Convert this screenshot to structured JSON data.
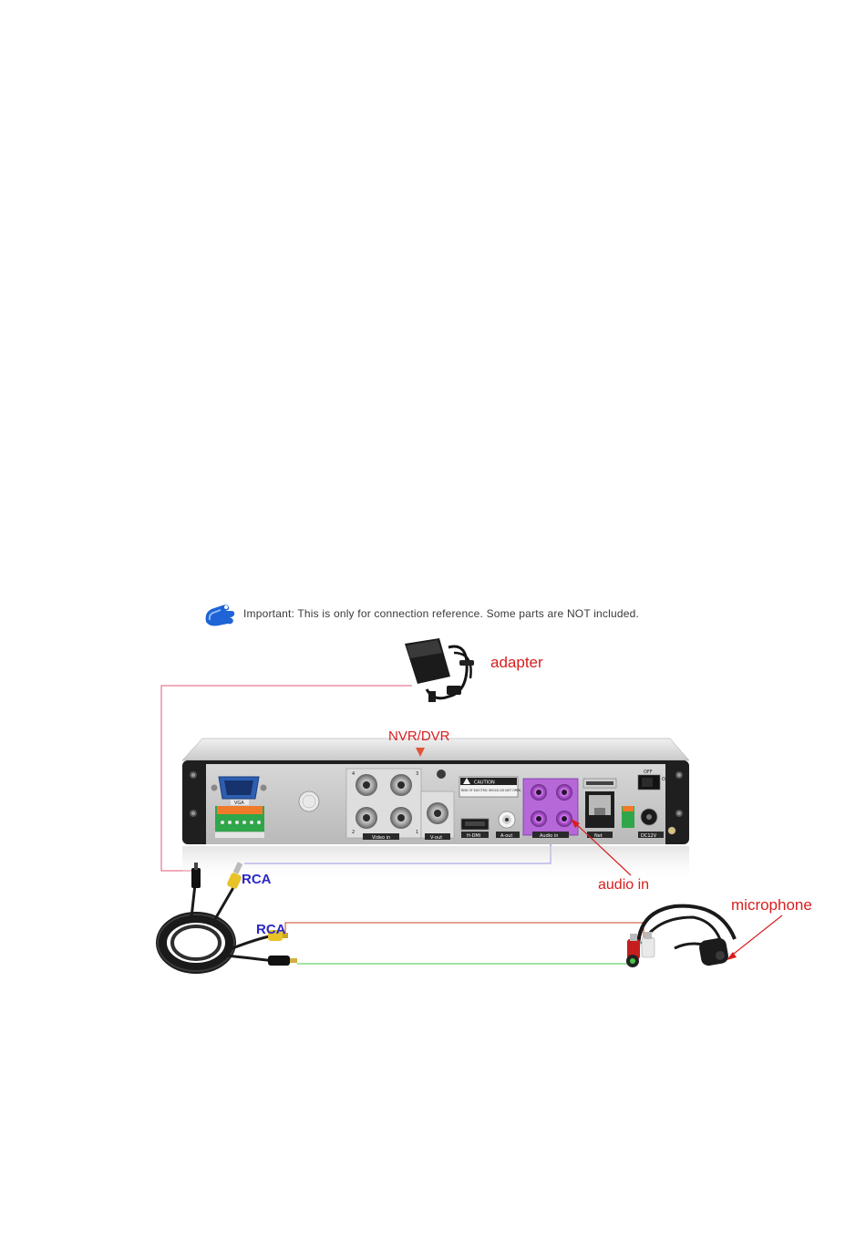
{
  "note": {
    "text": "Important: This is only for connection reference. Some parts are NOT included.",
    "icon": "pointing-hand-icon"
  },
  "labels": {
    "adapter": "adapter",
    "nvr_dvr": "NVR/DVR",
    "audio_in": "audio in",
    "microphone": "microphone",
    "rca_top": "RCA",
    "rca_bottom": "RCA"
  },
  "panel": {
    "vga": "VGA",
    "video_in": "Video in",
    "v_out": "V-out",
    "hdmi": "H-DMI",
    "a_out": "A-out",
    "audio_in_port": "Audio in",
    "net": "Net",
    "dc12v": "DC12V",
    "caution": "CAUTION",
    "caution_sub": "RISK OF ELECTRIC SHOCK DO NOT OPEN",
    "on": "ON",
    "off": "OFF",
    "ports": [
      "4",
      "3",
      "2",
      "1"
    ]
  },
  "colors": {
    "label_red": "#d81e1e",
    "label_blue": "#2a28c6",
    "power_line": "#e05a7a",
    "video_line": "#6a63e0",
    "audio_line": "#c8451e",
    "mic_power_line": "#46c846",
    "audio_panel": "#b667d8"
  }
}
